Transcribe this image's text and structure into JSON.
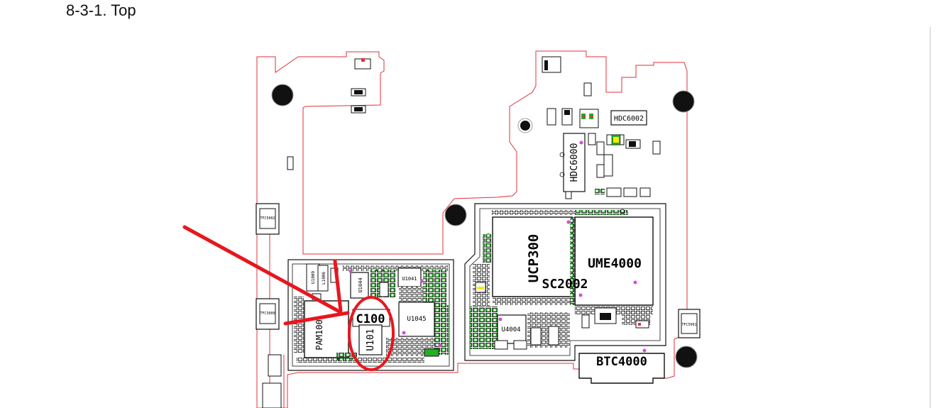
{
  "page": {
    "heading": "8-3-1.  Top"
  },
  "board": {
    "outline_color": "#e0303a",
    "annotation_color": "#e8161e",
    "marker_color": "#d84ad8",
    "component_colors": {
      "green": "#22b022",
      "yellow": "#ffe800",
      "body": "#ffffff",
      "stroke": "#111111"
    },
    "labels": {
      "ucp300": "UCP300",
      "sc2002": "SC2002",
      "ume4000": "UME4000",
      "hdc6000": "HDC6000",
      "hdc6002": "HDC6002",
      "btc4000": "BTC4000",
      "c100": "C100",
      "u101": "U101",
      "pam100": "PAM100",
      "u1044": "U1044",
      "u1041": "U1041",
      "u1045": "U1045",
      "u4004": "U4004",
      "tfc5002": "TFC5002",
      "tfc3000": "TFC3000",
      "tfc5001": "TFC5001",
      "u1009": "U1009",
      "l1006": "L1006"
    }
  }
}
